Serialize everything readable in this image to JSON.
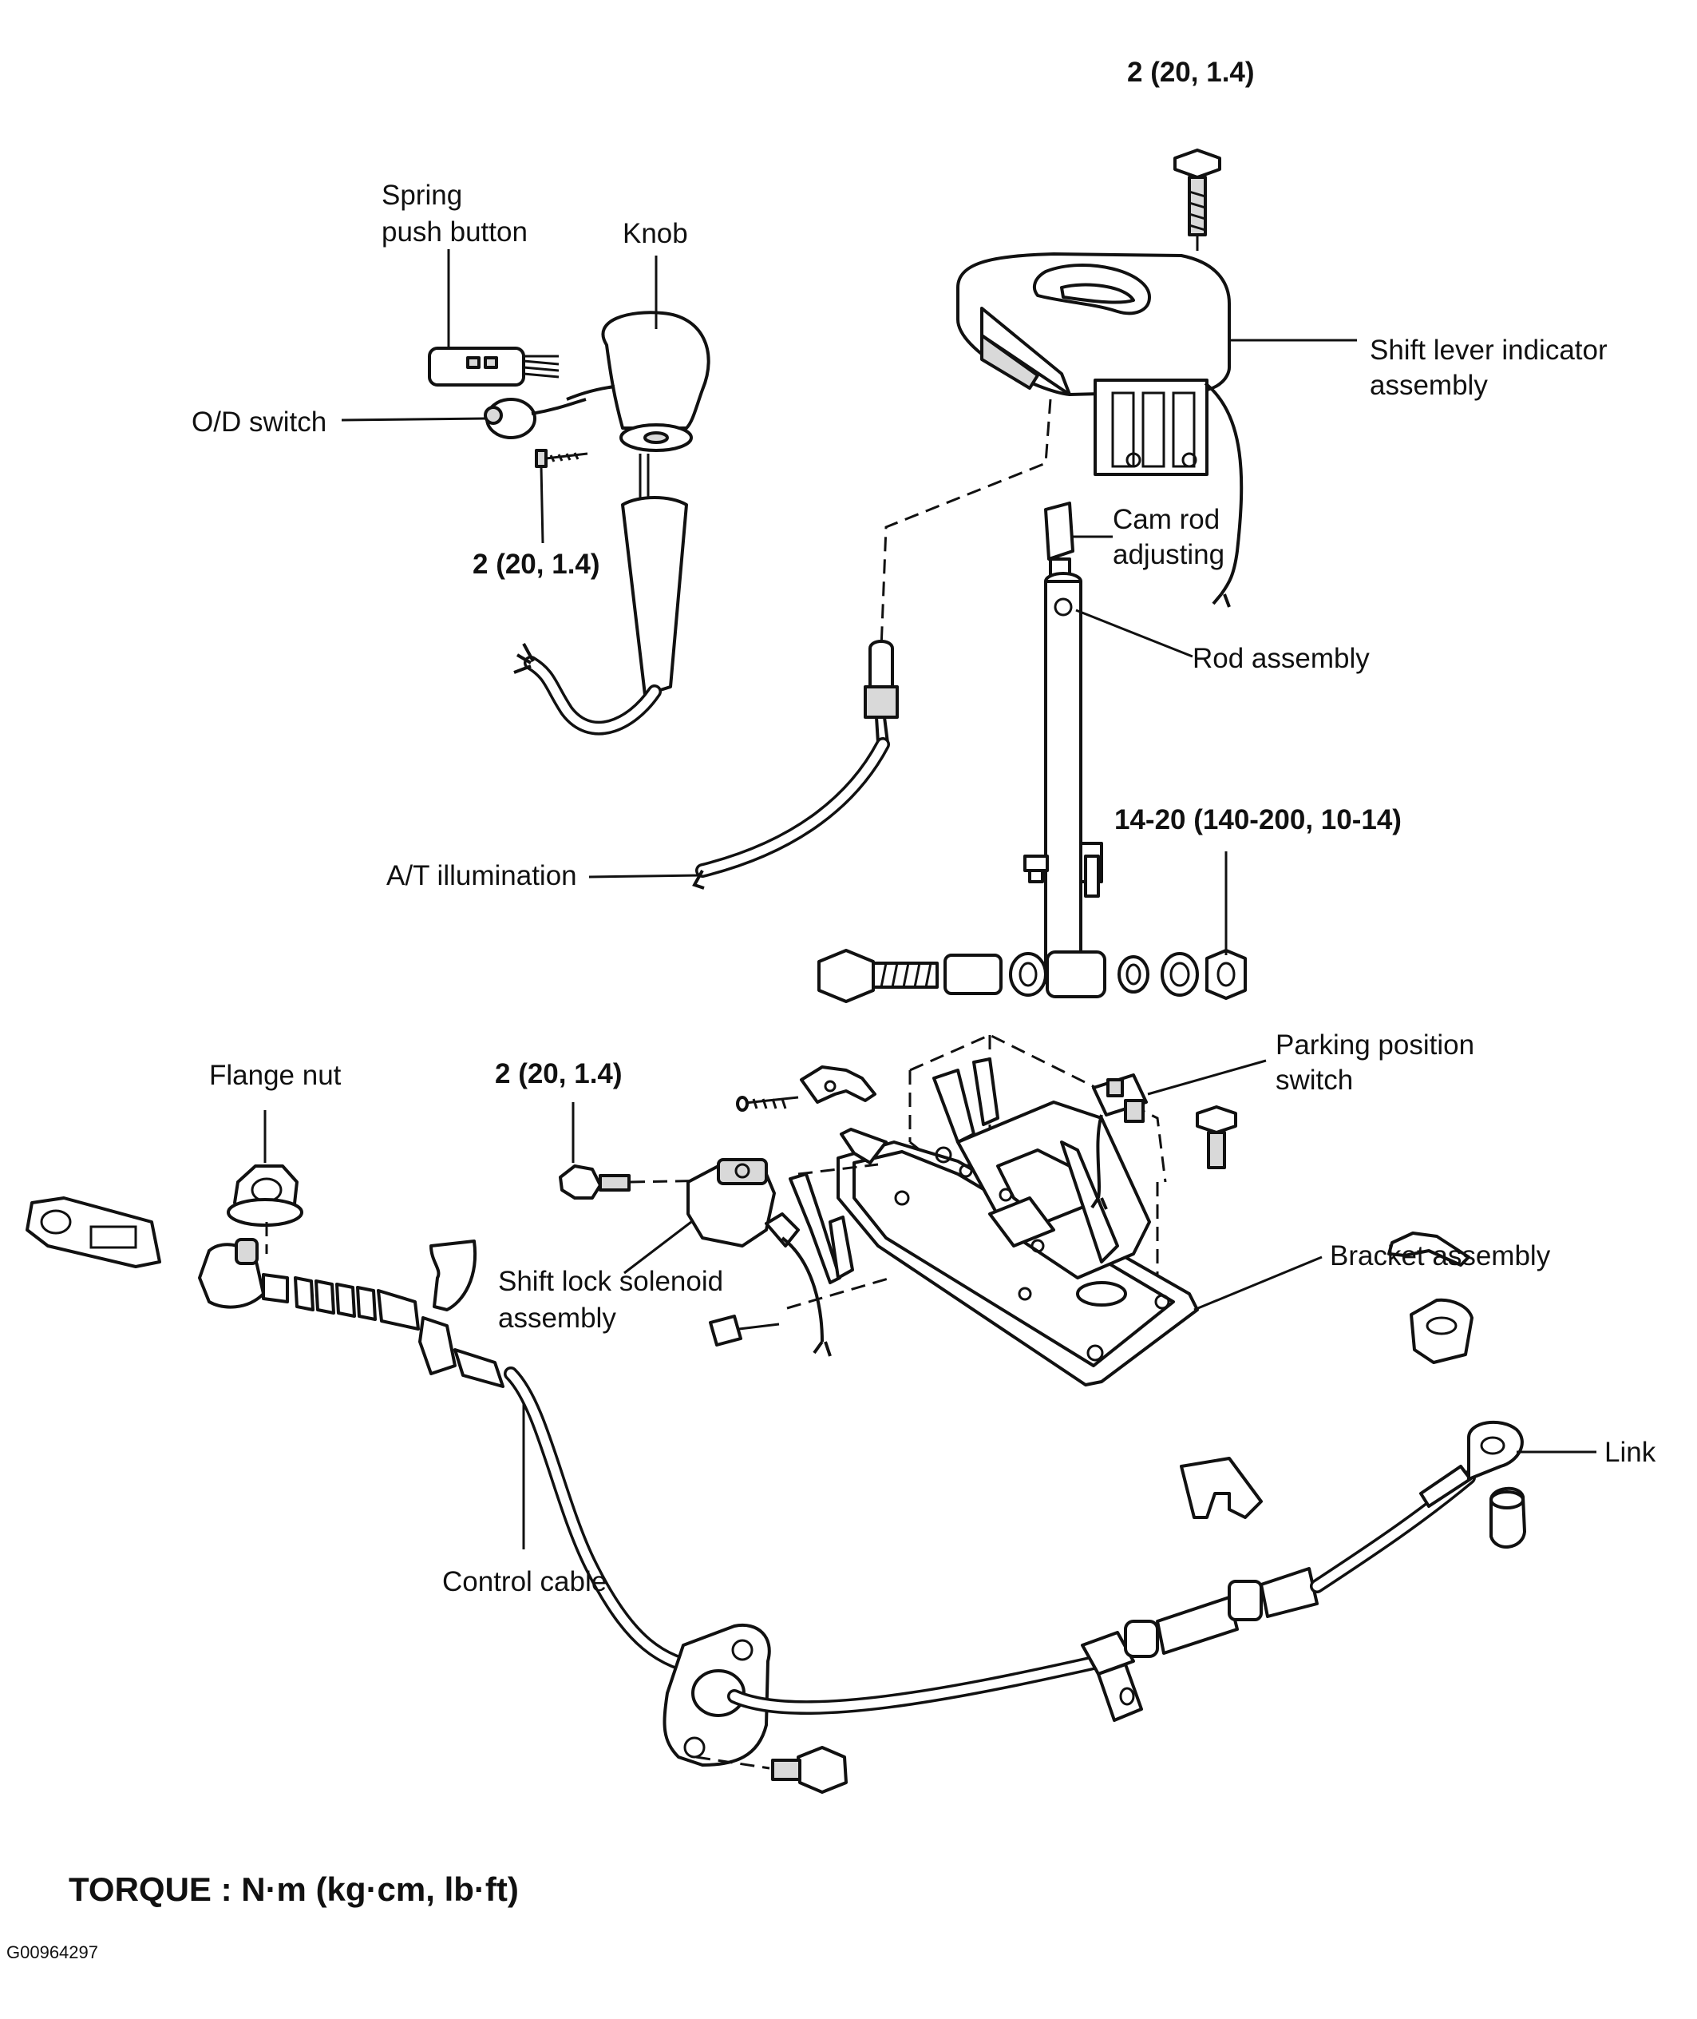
{
  "labels": {
    "spring_line1": "Spring",
    "spring_line2": "push button",
    "knob": "Knob",
    "od_switch": "O/D switch",
    "torque_knob": "2 (20, 1.4)",
    "torque_top": "2 (20, 1.4)",
    "shift_indicator_line1": "Shift lever indicator",
    "shift_indicator_line2": "assembly",
    "cam_rod_line1": "Cam rod",
    "cam_rod_line2": "adjusting",
    "rod_assembly": "Rod assembly",
    "torque_rod": "14-20 (140-200, 10-14)",
    "at_illumination": "A/T illumination",
    "parking_line1": "Parking position",
    "parking_line2": "switch",
    "flange_nut": "Flange nut",
    "torque_solenoid": "2 (20, 1.4)",
    "solenoid_line1": "Shift lock solenoid",
    "solenoid_line2": "assembly",
    "bracket_assembly": "Bracket assembly",
    "link": "Link",
    "control_cable": "Control cable"
  },
  "footer": {
    "torque_units": "TORQUE : N·m (kg·cm, lb·ft)",
    "figure_code": "G00964297"
  }
}
